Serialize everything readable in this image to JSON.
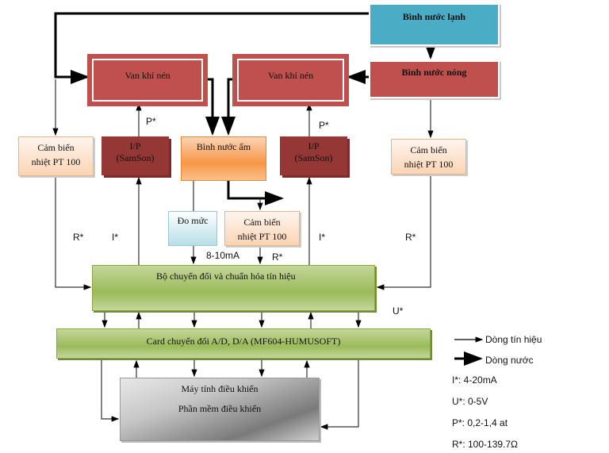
{
  "blocks": {
    "cold_tank": "Bình nước lạnh",
    "hot_tank": "Bình nước nóng",
    "valve_left": "Van khí nén",
    "valve_right": "Van khí nén",
    "ip_left": [
      "I/P",
      "(SamSon)"
    ],
    "ip_right": [
      "I/P",
      "(SamSon)"
    ],
    "sensor_left": [
      "Cảm biến",
      "nhiệt PT 100"
    ],
    "sensor_right": [
      "Cảm biến",
      "nhiệt PT 100"
    ],
    "sensor_middle": [
      "Cảm biến",
      "nhiệt PT 100"
    ],
    "warm_tank": "Bình nước ấm",
    "level_meter": "Đo mức",
    "converter": "Bộ chuyển đổi và chuẩn hóa tín hiệu",
    "card": "Card chuyển đổi A/D, D/A (MF604-HUMUSOFT)",
    "computer": [
      "Máy tính điều khiển",
      "Phần mềm điều khiển"
    ]
  },
  "signal_labels": {
    "p_left": "P*",
    "p_right": "P*",
    "r_left": "R*",
    "i_left": "I*",
    "ma": "8-10mA",
    "r_mid": "R*",
    "i_right": "I*",
    "r_right": "R*",
    "u": "U*"
  },
  "legend": {
    "signal_flow": "Dòng tín hiệu",
    "water_flow": "Dòng nước",
    "i_range": "I*: 4-20mA",
    "u_range": "U*: 0-5V",
    "p_range": "P*: 0,2-1,4 at",
    "r_range": "R*: 100-139.7Ω"
  }
}
